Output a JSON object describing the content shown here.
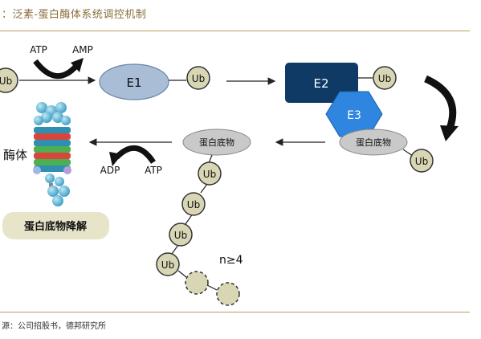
{
  "caption": "：泛素-蛋白酶体系统调控机制",
  "source": "源：公司招股书，德邦研究所",
  "diagram": {
    "ub": "Ub",
    "atp": "ATP",
    "amp": "AMP",
    "adp": "ADP",
    "e1": "E1",
    "e2": "E2",
    "e3": "E3",
    "substrate": "蛋白底物",
    "proteasome_label": "酶体",
    "degradation": "蛋白底物降解",
    "chain_note": "n≥4"
  },
  "colors": {
    "caption": "#8a6d3b",
    "rule": "#b89a62",
    "ub_fill": "#d8d6b4",
    "e1_fill": "#a9bdd6",
    "e2_fill": "#0f3a66",
    "e3_fill": "#2f86e0",
    "substrate_fill": "#c9c9c9",
    "degradation_fill": "#e7e4c9"
  },
  "icons": [
    "proteasome-icon",
    "curved-arrow-icon"
  ]
}
